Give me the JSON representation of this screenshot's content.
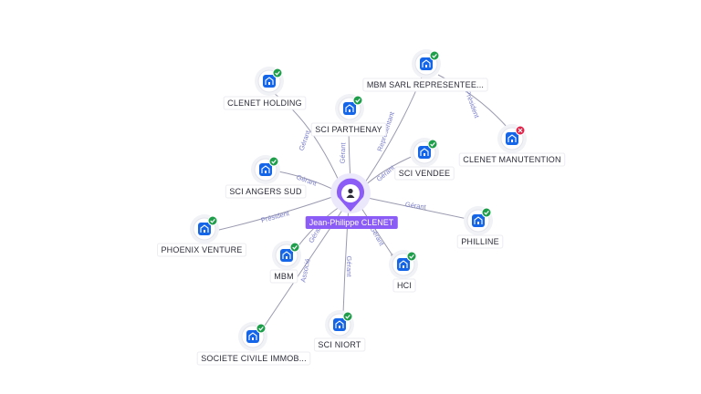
{
  "center": {
    "name": "Jean-Philippe CLENET",
    "icon": "person-icon",
    "color": "#8b5cf6"
  },
  "colors": {
    "company_icon": "#1565e8",
    "status_active": "#1e9e4a",
    "status_closed": "#e0244a",
    "edge_label": "#7b7fc8"
  },
  "nodes": [
    {
      "id": "clenet-holding",
      "label": "CLENET HOLDING",
      "status": "active",
      "edge_label": "Gérant"
    },
    {
      "id": "mbm-sarl",
      "label": "MBM SARL REPRESENTEE...",
      "status": "active",
      "edge_label": "Représentant"
    },
    {
      "id": "sci-parthenay",
      "label": "SCI PARTHENAY",
      "status": "active",
      "edge_label": "Gérant"
    },
    {
      "id": "clenet-manutention",
      "label": "CLENET MANUTENTION",
      "status": "closed",
      "edge_label": "Président"
    },
    {
      "id": "sci-vendee",
      "label": "SCI VENDEE",
      "status": "active",
      "edge_label": "Gérant"
    },
    {
      "id": "sci-angers-sud",
      "label": "SCI ANGERS SUD",
      "status": "active",
      "edge_label": "Gérant"
    },
    {
      "id": "phoenix-venture",
      "label": "PHOENIX VENTURE",
      "status": "active",
      "edge_label": "Président"
    },
    {
      "id": "philline",
      "label": "PHILLINE",
      "status": "active",
      "edge_label": "Gérant"
    },
    {
      "id": "mbm",
      "label": "MBM",
      "status": "active",
      "edge_label": "Gérant"
    },
    {
      "id": "hci",
      "label": "HCI",
      "status": "active",
      "edge_label": "Gérant"
    },
    {
      "id": "sci-niort",
      "label": "SCI NIORT",
      "status": "active",
      "edge_label": "Gérant"
    },
    {
      "id": "societe-civile",
      "label": "SOCIETE CIVILE IMMOB...",
      "status": "active",
      "edge_label": "Associé"
    }
  ]
}
